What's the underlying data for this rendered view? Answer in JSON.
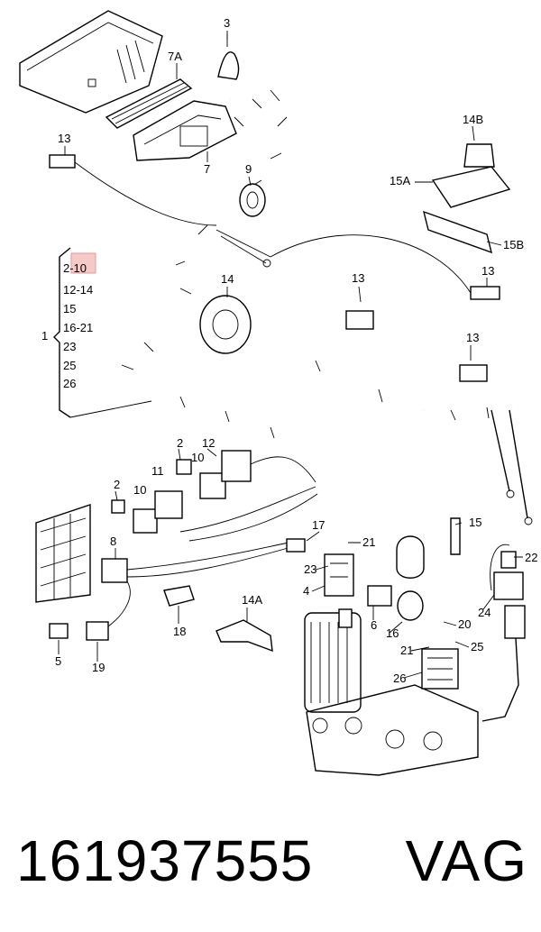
{
  "callouts": {
    "c1": "1",
    "c2a": "2",
    "c2b": "2",
    "c3": "3",
    "c4": "4",
    "c5": "5",
    "c6": "6",
    "c7": "7",
    "c7a": "7A",
    "c8": "8",
    "c9": "9",
    "c10a": "10",
    "c10b": "10",
    "c11": "11",
    "c12": "12",
    "c13a": "13",
    "c13b": "13",
    "c13c": "13",
    "c13d": "13",
    "c14": "14",
    "c14a": "14A",
    "c14b": "14B",
    "c15": "15",
    "c15a": "15A",
    "c15b": "15B",
    "c16": "16",
    "c17": "17",
    "c18": "18",
    "c19": "19",
    "c20": "20",
    "c21a": "21",
    "c21b": "21",
    "c22": "22",
    "c23": "23",
    "c24": "24",
    "c25": "25",
    "c26": "26"
  },
  "group_list": [
    "2-10",
    "12-14",
    "15",
    "16-21",
    "23",
    "25",
    "26"
  ],
  "footer": {
    "part_number": "161937555",
    "brand": "VAG"
  },
  "colors": {
    "highlight": "#f6c9c9"
  }
}
